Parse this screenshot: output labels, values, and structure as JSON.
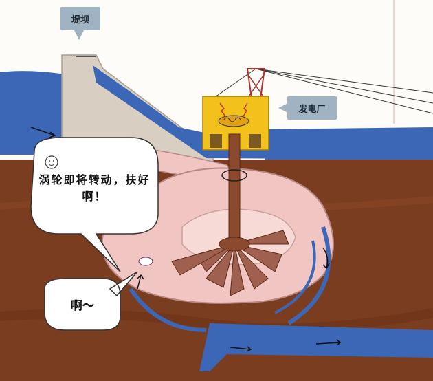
{
  "labels": {
    "dam": "堤坝",
    "power_station": "发电厂"
  },
  "bubbles": {
    "speech_1": "涡轮即将转动，扶好啊！",
    "speech_2": "啊～"
  },
  "colors": {
    "water": "#3c67b6",
    "soil": "#7a3d1f",
    "turbine": "#f1c6c2",
    "dam": "#d8cfc2",
    "station": "#f3c11b",
    "label_bg": "#9fb3c2"
  }
}
